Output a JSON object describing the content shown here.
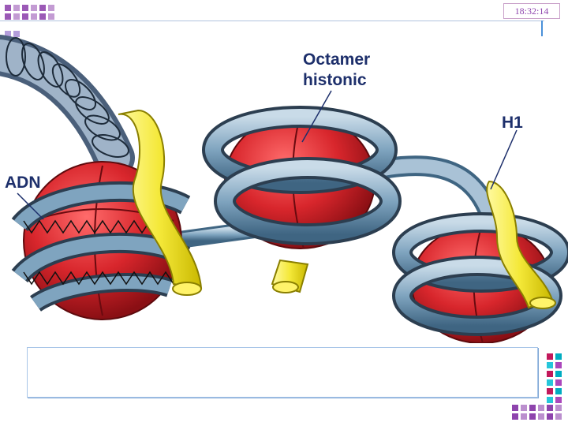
{
  "header": {
    "clock": "18:32:14"
  },
  "diagram": {
    "labels": {
      "adn": "ADN",
      "octamer_line1": "Octamer",
      "octamer_line2": "histonic",
      "h1": "H1"
    }
  },
  "colors": {
    "dna_tube": "#7fa4bf",
    "histone_core": "#d8262c",
    "histone_h1": "#f4e838",
    "label": "#1d2f6b",
    "accent": "#8e44ad"
  }
}
